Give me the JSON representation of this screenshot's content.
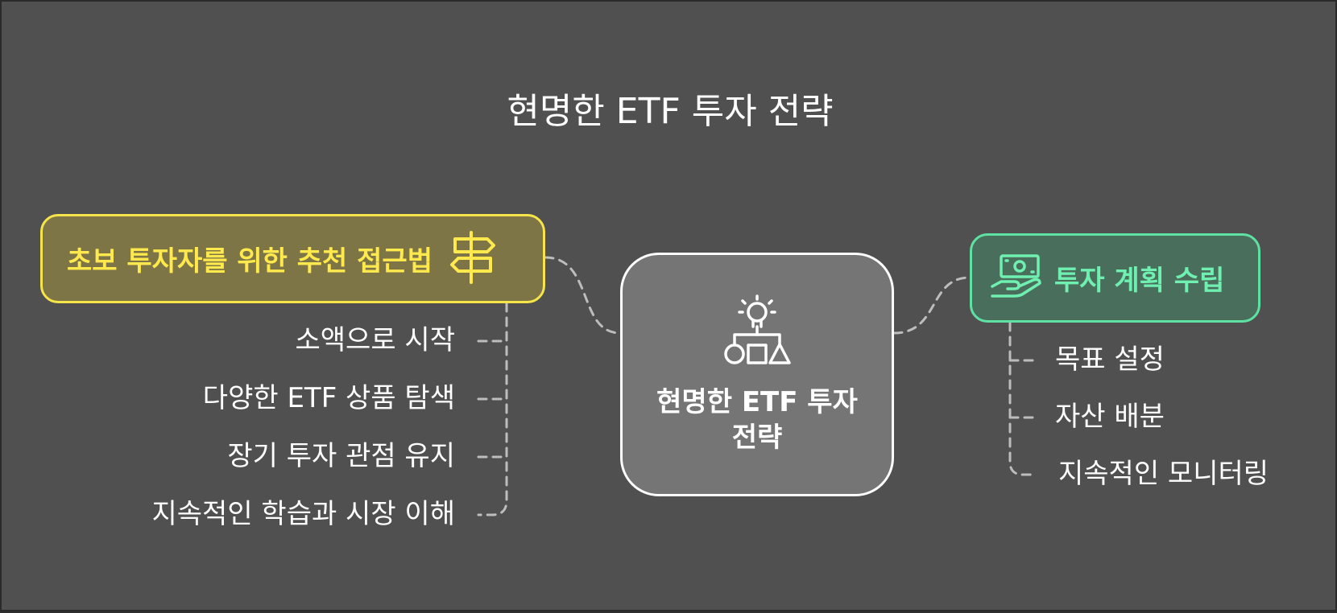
{
  "title": "현명한 ETF 투자 전략",
  "center": {
    "label": "현명한 ETF 투자 전략",
    "icon": "idea-shapes-icon"
  },
  "left_branch": {
    "label": "초보 투자자를 위한 추천 접근법",
    "icon": "signpost-icon",
    "items": [
      "소액으로 시작",
      "다양한 ETF 상품 탐색",
      "장기 투자 관점 유지",
      "지속적인 학습과 시장 이해"
    ]
  },
  "right_branch": {
    "label": "투자 계획 수립",
    "icon": "money-hand-icon",
    "items": [
      "목표 설정",
      "자산 배분",
      "지속적인 모니터링"
    ]
  },
  "colors": {
    "background": "#505050",
    "left_accent": "#f5e54a",
    "left_fill": "#7d7545",
    "right_accent": "#5ee1a2",
    "right_fill": "#4a6e5c",
    "center_fill": "#757575"
  }
}
